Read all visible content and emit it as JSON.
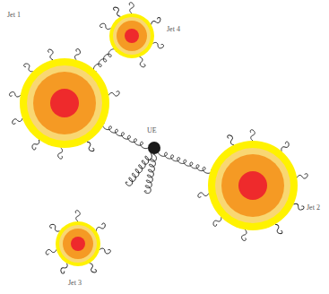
{
  "diagram": {
    "nodes": [
      {
        "text": [
          "Jet 1"
        ]
      },
      {
        "text": [
          "Jet 4"
        ]
      },
      {
        "text": [
          "UE"
        ]
      },
      {
        "text": [
          "Jet 2"
        ]
      },
      {
        "text": [
          "Jet 3"
        ]
      }
    ],
    "edges": [
      {
        "from": 0,
        "to": 2,
        "arrow": "none"
      },
      {
        "from": 2,
        "to": 3,
        "arrow": "none"
      },
      {
        "from": 1,
        "to": 0,
        "arrow": "none"
      }
    ]
  }
}
